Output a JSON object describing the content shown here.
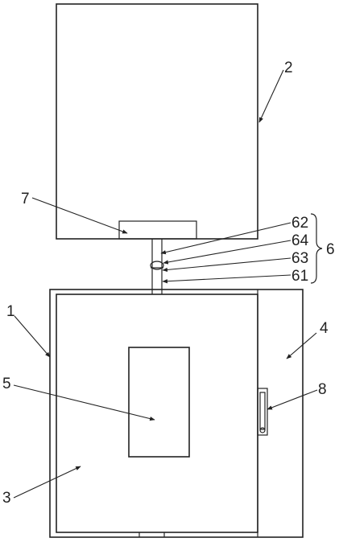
{
  "figure": {
    "line_color": "#222222",
    "background": "#ffffff",
    "labels": {
      "upper_box": "2",
      "plate": "7",
      "group": "6",
      "part_62": "62",
      "part_64": "64",
      "part_63": "63",
      "part_61": "61",
      "frame": "1",
      "side_panel": "4",
      "window": "5",
      "handle": "8",
      "lower_box": "3"
    }
  }
}
